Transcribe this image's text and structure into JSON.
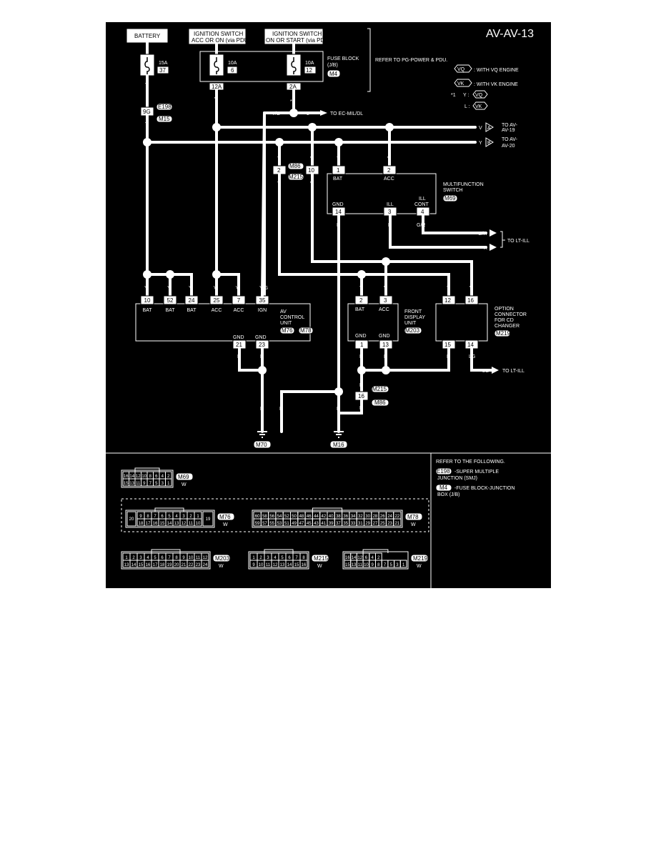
{
  "page_code": "AV-AV-13",
  "sources": {
    "battery": "BATTERY",
    "ign1_l1": "IGNITION SWITCH",
    "ign1_l2": "ACC OR ON (via PDU)",
    "ign2_l1": "IGNITION SWITCH",
    "ign2_l2": "ON OR START (via PDU)"
  },
  "fuses": {
    "f1_amp": "15A",
    "f1_num": "37",
    "f2_amp": "10A",
    "f2_num": "6",
    "f3_amp": "10A",
    "f3_num": "12",
    "conn1": "12A",
    "conn2": "2A"
  },
  "fuse_block": {
    "l1": "FUSE BLOCK",
    "l2": "(J/B)",
    "conn": "M4",
    "refer": "REFER TO PG-POWER & PDU."
  },
  "legend": {
    "vq_tag": "VQ",
    "vq_text": ": WITH VQ ENGINE",
    "vk_tag": "VK",
    "vk_text": ": WITH VK ENGINE",
    "star": "*1",
    "y_code": "Y :",
    "l_code": "L :"
  },
  "joint": {
    "pin": "9G",
    "e198": "E198",
    "m15": "M15"
  },
  "wires": {
    "y": "Y",
    "v": "V",
    "b": "B",
    "r": "R",
    "yg": "Y/G",
    "gr": "G/R",
    "lg": "LG",
    "star1": "*1"
  },
  "arrows": {
    "ec_mil": "TO EC-MIL/DL",
    "av19_l1": "TO AV-",
    "av19_l2": "AV-19",
    "av19_tag": "A",
    "av20_l1": "TO AV-",
    "av20_l2": "AV-20",
    "av20_tag": "B",
    "lt_ill": "TO LT-ILL",
    "lt_ill2": "TO LT-ILL"
  },
  "mid_conn": {
    "p1": "2",
    "p2": "10",
    "m86": "M86",
    "m215": "M215"
  },
  "multifunction_switch": {
    "l1": "MULTIFUNCTION",
    "l2": "SWITCH",
    "conn": "M69",
    "p_bat": "1",
    "bat": "BAT",
    "p_acc": "2",
    "acc": "ACC",
    "p_gnd": "14",
    "gnd": "GND",
    "p_ill": "3",
    "ill": "ILL",
    "p_ill_cont": "4",
    "ill_cont_l1": "ILL",
    "ill_cont_l2": "CONT"
  },
  "av_control_unit": {
    "l1": "AV",
    "l2": "CONTROL",
    "l3": "UNIT",
    "conn1": "M76",
    "conn2": "M78",
    "pins": [
      "10",
      "52",
      "24",
      "25",
      "7",
      "35"
    ],
    "labels": [
      "BAT",
      "BAT",
      "BAT",
      "ACC",
      "ACC",
      "IGN"
    ],
    "wires": [
      "Y",
      "Y",
      "Y",
      "V",
      "V",
      "Y/G"
    ],
    "gnd_pins": [
      "21",
      "23"
    ],
    "gnd": "GND"
  },
  "front_display_unit": {
    "l1": "FRONT",
    "l2": "DISPLAY",
    "l3": "UNIT",
    "conn": "M203",
    "pins": [
      "2",
      "3"
    ],
    "labels": [
      "BAT",
      "ACC"
    ],
    "gnd_pins": [
      "1",
      "13"
    ],
    "gnd": "GND"
  },
  "option_connector": {
    "l1": "OPTION",
    "l2": "CONNECTOR",
    "l3": "FOR CD",
    "l4": "CHANGER",
    "conn": "M219",
    "pins": [
      "12",
      "16"
    ],
    "gnd_pins": [
      "15",
      "14"
    ]
  },
  "ground_joint": {
    "pin": "16",
    "m215": "M215",
    "m86": "M86"
  },
  "grounds": {
    "g1": "M70",
    "g2": "M16"
  },
  "connectors": {
    "m69": {
      "tag": "M69",
      "color": "W",
      "row1": [
        "16",
        "14",
        "12",
        "10",
        "8",
        "6",
        "4",
        "2"
      ],
      "row2": [
        "15",
        "13",
        "11",
        "9",
        "7",
        "5",
        "3",
        "1"
      ]
    },
    "m76": {
      "tag": "M76",
      "color": "W",
      "row1": [
        "9",
        "8",
        "7",
        "6",
        "5",
        "4",
        "3",
        "2",
        "1"
      ],
      "row2": [
        "18",
        "17",
        "16",
        "15",
        "14",
        "13",
        "12",
        "11",
        "10"
      ],
      "left": "20",
      "right": "19"
    },
    "m78": {
      "tag": "M78",
      "color": "W",
      "row1": [
        "60",
        "58",
        "56",
        "54",
        "52",
        "50",
        "48",
        "46",
        "44",
        "42",
        "40",
        "38",
        "36",
        "34",
        "32",
        "30",
        "28",
        "26",
        "24",
        "22"
      ],
      "row2": [
        "59",
        "57",
        "55",
        "53",
        "51",
        "49",
        "47",
        "45",
        "43",
        "41",
        "39",
        "37",
        "35",
        "33",
        "31",
        "29",
        "27",
        "25",
        "23",
        "21"
      ]
    },
    "m203": {
      "tag": "M203",
      "color": "W",
      "row1": [
        "1",
        "2",
        "3",
        "4",
        "5",
        "6",
        "7",
        "8",
        "9",
        "10",
        "11",
        "12"
      ],
      "row2": [
        "13",
        "14",
        "15",
        "16",
        "17",
        "18",
        "19",
        "20",
        "21",
        "22",
        "23",
        "24"
      ]
    },
    "m215": {
      "tag": "M215",
      "color": "W",
      "row1": [
        "1",
        "2",
        "3",
        "4",
        "5",
        "6",
        "7",
        "8"
      ],
      "row2": [
        "9",
        "10",
        "11",
        "12",
        "13",
        "14",
        "15",
        "16"
      ]
    },
    "m219": {
      "tag": "M219",
      "color": "W",
      "row1": [
        "16",
        "14",
        "12",
        "6",
        "4",
        "2"
      ],
      "row2": [
        "15",
        "13",
        "11",
        "10",
        "9",
        "8",
        "7",
        "5",
        "3",
        "1"
      ]
    }
  },
  "refer_following": {
    "title": "REFER TO THE FOLLOWING.",
    "e198_tag": "E198",
    "e198_l1": "-SUPER MULTIPLE",
    "e198_l2": "JUNCTION (SMJ)",
    "m4_tag": "M4",
    "m4_l1": "-FUSE BLOCK-JUNCTION",
    "m4_l2": "BOX (J/B)"
  }
}
